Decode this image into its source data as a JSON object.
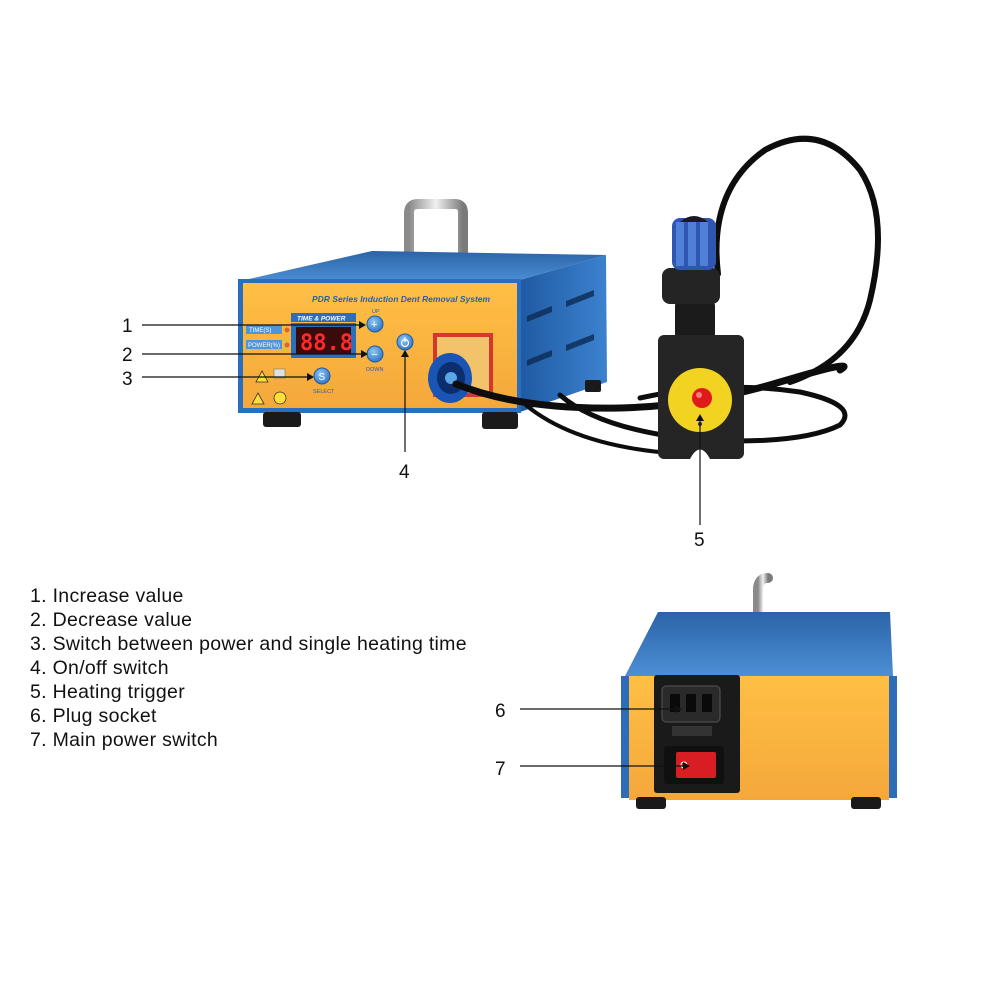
{
  "device": {
    "panel_title": "PDR Series Induction Dent Removal System",
    "display_header": "TIME & POWER",
    "display_readout": "88.8",
    "indicator_1": "TIME(S)",
    "indicator_2": "POWER(%)",
    "button_up_label": "UP",
    "button_down_label": "DOWN",
    "button_select_label": "SELECT",
    "accent_color": "#f5b53b",
    "case_color": "#2f6fb6"
  },
  "callouts": [
    {
      "number": "1",
      "text": "1. Increase value"
    },
    {
      "number": "2",
      "text": "2. Decrease value"
    },
    {
      "number": "3",
      "text": "3. Switch between power and single heating time"
    },
    {
      "number": "4",
      "text": "4. On/off switch"
    },
    {
      "number": "5",
      "text": "5. Heating trigger"
    },
    {
      "number": "6",
      "text": "6. Plug socket"
    },
    {
      "number": "7",
      "text": "7. Main power switch"
    }
  ]
}
